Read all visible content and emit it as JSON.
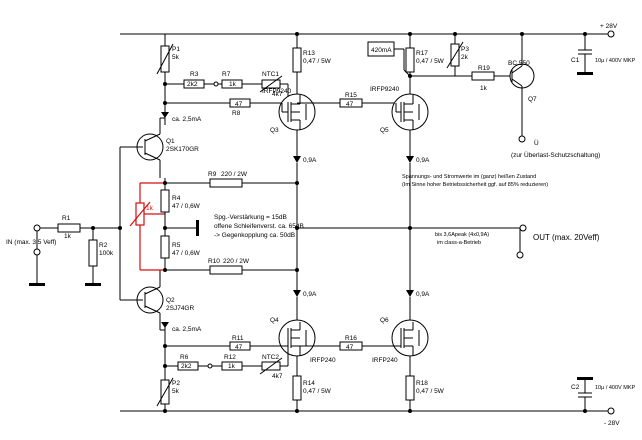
{
  "rails": {
    "pos": "+ 28V",
    "neg": "- 28V"
  },
  "io": {
    "in": "IN (max. 3,5 Veff)",
    "out": "OUT (max. 20Veff)",
    "protection": "Ü",
    "protection_note": "(zur Überlast-Schutzschaltung)"
  },
  "resistors": {
    "R1": {
      "name": "R1",
      "value": "1k"
    },
    "R2": {
      "name": "R2",
      "value": "100k"
    },
    "P1": {
      "name": "P1",
      "value": "5k"
    },
    "P2": {
      "name": "P2",
      "value": "5k"
    },
    "P3": {
      "name": "P3",
      "value": "2k"
    },
    "P4": {
      "value": "1k"
    },
    "R3": {
      "name": "R3",
      "value": "2k2"
    },
    "R6": {
      "name": "R6",
      "value": "2k2"
    },
    "R7": {
      "name": "R7",
      "value": "1k"
    },
    "R12": {
      "name": "R12",
      "value": "1k"
    },
    "R8": {
      "name": "R8",
      "value": "47"
    },
    "R11": {
      "name": "R11",
      "value": "47"
    },
    "R15": {
      "name": "R15",
      "value": "47"
    },
    "R16": {
      "name": "R16",
      "value": "47"
    },
    "R19": {
      "name": "R19",
      "value": "1k"
    },
    "R13": {
      "name": "R13",
      "value": "0,47 / 5W"
    },
    "R14": {
      "name": "R14",
      "value": "0,47 / 5W"
    },
    "R17": {
      "name": "R17",
      "value": "0,47 / 5W"
    },
    "R18": {
      "name": "R18",
      "value": "0,47 / 5W"
    },
    "R4": {
      "name": "R4",
      "value": "47 / 0,6W"
    },
    "R5": {
      "name": "R5",
      "value": "47 / 0,6W"
    },
    "R9": {
      "name": "R9",
      "value": "220 / 2W"
    },
    "R10": {
      "name": "R10",
      "value": "220 / 2W"
    },
    "R420": {
      "value": "420mA"
    }
  },
  "ntc": {
    "ntc1": "NTC1",
    "ntc1_val": "4k7",
    "ntc2": "NTC2",
    "ntc2_val": "4k7"
  },
  "transistors": {
    "Q1": {
      "name": "Q1",
      "type": "2SK170GR"
    },
    "Q2": {
      "name": "Q2",
      "type": "2SJ74GR"
    },
    "Q3": {
      "name": "Q3",
      "type": "IRFP9240"
    },
    "Q4": {
      "name": "Q4",
      "type": "IRFP240"
    },
    "Q5": {
      "name": "Q5",
      "type": "IRFP9240"
    },
    "Q6": {
      "name": "Q6",
      "type": "IRFP240"
    },
    "Q7": {
      "name": "Q7",
      "type": "BC 550"
    }
  },
  "caps": {
    "C1": {
      "name": "C1",
      "value": "10µ / 400V MKP"
    },
    "C2": {
      "name": "C2",
      "value": "10µ / 400V MKP"
    }
  },
  "currents": {
    "i1": "ca. 2,5mA",
    "i2": "ca. 2,5mA",
    "d1": "0,9A",
    "d2": "0,9A",
    "d3": "0,9A",
    "d4": "0,9A"
  },
  "notes": {
    "voltages_1": "Spannungs- und Stromwerte im (ganz) heißen Zustand",
    "voltages_2": "(Im Sinne hoher Betriebssicherheit ggf. auf 85% reduzieren)",
    "gain_1": "Spg.-Verstärkung = 15dB",
    "gain_2": "offene Schleifenverst. ca. 65dB",
    "gain_3": "-> Gegenkopplung ca. 50dB",
    "bias_1": "bis 3,6Apeak (4x0,9A)",
    "bias_2": "im class-a-Betrieb"
  }
}
